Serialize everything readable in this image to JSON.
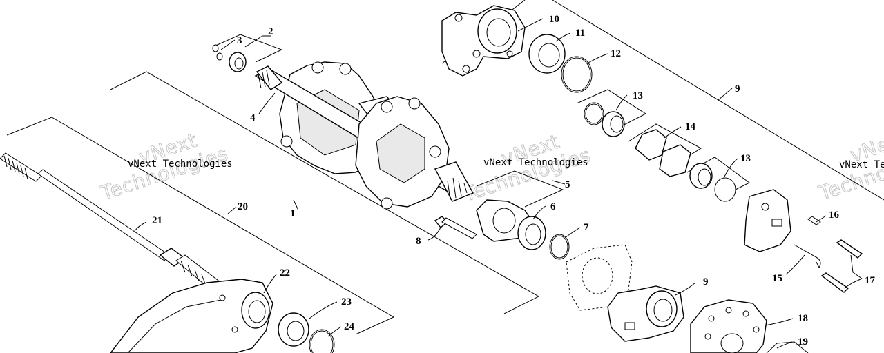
{
  "watermark": {
    "line1": "vNext",
    "line2": "Technologies",
    "caption": "vNext Technologies"
  },
  "callouts": [
    "1",
    "2",
    "3",
    "4",
    "5",
    "6",
    "7",
    "8",
    "9",
    "9",
    "10",
    "11",
    "12",
    "13",
    "13",
    "14",
    "15",
    "16",
    "17",
    "18",
    "19",
    "20",
    "21",
    "22",
    "23",
    "24"
  ]
}
